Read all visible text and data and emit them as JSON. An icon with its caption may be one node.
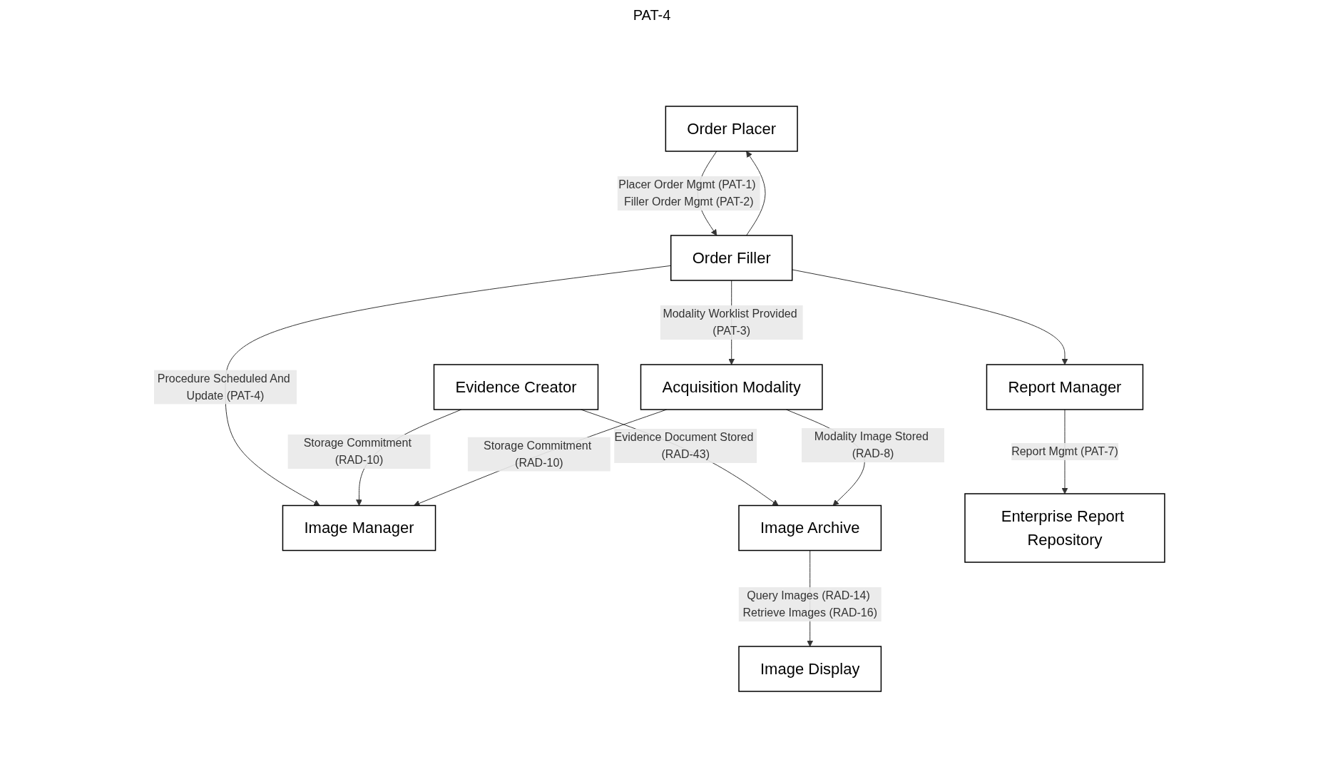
{
  "diagram": {
    "nodes": [
      {
        "text": [
          "Order Placer"
        ]
      },
      {
        "text": [
          "Order Filler"
        ]
      },
      {
        "text": [
          "Evidence Creator"
        ]
      },
      {
        "text": [
          "Image Manager"
        ]
      },
      {
        "text": [
          "Image Archive"
        ]
      },
      {
        "text": [
          "Image Display"
        ]
      },
      {
        "text": [
          "Acquisition Modality"
        ]
      },
      {
        "text": [
          "Report Manager"
        ]
      },
      {
        "text": [
          "Enterprise Report Repository"
        ]
      }
    ],
    "edges": [
      {
        "from": 1,
        "to": 0,
        "arrow": "to"
      },
      {
        "from": 0,
        "to": 1,
        "arrow": "to",
        "label": "Placer Order Mgmt (PAT-1) Filler Order Mgmt (PAT-2)"
      },
      {
        "from": 1,
        "to": 3,
        "arrow": "to",
        "label": "Procedure Scheduled And Update (PAT-4)"
      },
      {
        "from": 2,
        "to": 3,
        "arrow": "to",
        "label": "Storage Commitment (RAD-10)"
      },
      {
        "from": 2,
        "to": 4,
        "arrow": "to",
        "label": "Evidence Document Stored (RAD-43)"
      },
      {
        "from": 4,
        "to": 5,
        "arrow": "to",
        "label": "Query Images (RAD-14) Retrieve Images (RAD-16)"
      },
      {
        "from": 6,
        "to": 3,
        "arrow": "to",
        "label": "Storage Commitment (RAD-10)"
      },
      {
        "from": 6,
        "to": 4,
        "arrow": "to",
        "label": "Modality Image Stored (RAD-8)"
      },
      {
        "from": 1,
        "to": 6,
        "arrow": "to",
        "label": "Modality Worklist Provided (PAT-3)"
      },
      {
        "from": 1,
        "to": 7,
        "arrow": "to"
      },
      {
        "from": 7,
        "to": 8,
        "arrow": "to",
        "label": "Report Mgmt (PAT-7)"
      }
    ],
    "labels": [
      "PAT-4"
    ]
  }
}
